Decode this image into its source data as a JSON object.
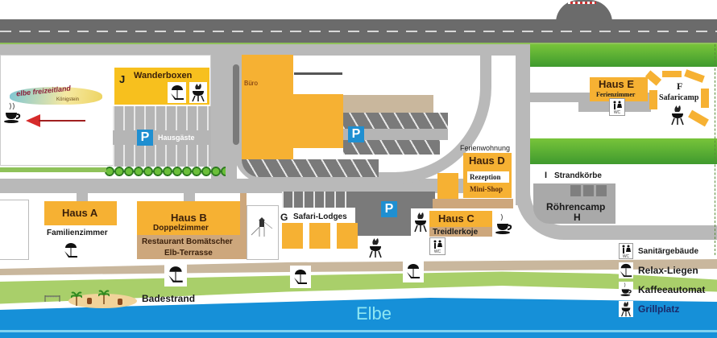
{
  "map": {
    "title": "elbe freizeitland",
    "logo_subtitle": "Königstein",
    "colors": {
      "road": "#6b6b6b",
      "inner_road": "#b9b9b9",
      "building": "#f6b133",
      "restaurant": "#cda77c",
      "grass": "#78c43a",
      "river": "#1690d8",
      "parking_sign": "#1f8fd1",
      "arrow": "#d62b2b"
    },
    "areas": {
      "wanderboxen": {
        "letter": "J",
        "label": "Wanderboxen"
      },
      "hausgaeste_parking": {
        "sign": "P",
        "label": "Hausgäste"
      },
      "buero": {
        "label": "Büro"
      },
      "central_parking": {
        "sign": "P"
      },
      "lower_parking": {
        "sign": "P"
      },
      "haus_a": {
        "name": "Haus A",
        "sub": "Familienzimmer"
      },
      "haus_b": {
        "name": "Haus B",
        "sub": "Doppelzimmer",
        "restaurant": "Restaurant Bomätscher",
        "terrace": "Elb-Terrasse"
      },
      "safari_lodges": {
        "letter": "G",
        "label": "Safari-Lodges"
      },
      "haus_c": {
        "name": "Haus C",
        "sub": "Treidlerkoje"
      },
      "haus_d": {
        "top": "Ferienwohnung",
        "name": "Haus D",
        "reception": "Rezeption",
        "shop": "Mini-Shop"
      },
      "haus_e": {
        "name": "Haus E",
        "sub": "Ferienzimmer"
      },
      "safaricamp": {
        "letter": "F",
        "label": "Safaricamp"
      },
      "strandkoerbe": {
        "letter": "I",
        "label": "Strandkörbe"
      },
      "roehrencamp": {
        "label": "Röhrencamp",
        "letter": "H"
      },
      "badestrand": {
        "label": "Badestrand"
      },
      "river": {
        "label": "Elbe"
      }
    },
    "wc_label": "WC",
    "legend": [
      {
        "icon": "wc-icon",
        "label": "Sanitärgebäude"
      },
      {
        "icon": "sunbed-icon",
        "label": "Relax-Liegen"
      },
      {
        "icon": "coffee-icon",
        "label": "Kaffeeautomat"
      },
      {
        "icon": "grill-icon",
        "label": "Grillplatz"
      }
    ]
  }
}
